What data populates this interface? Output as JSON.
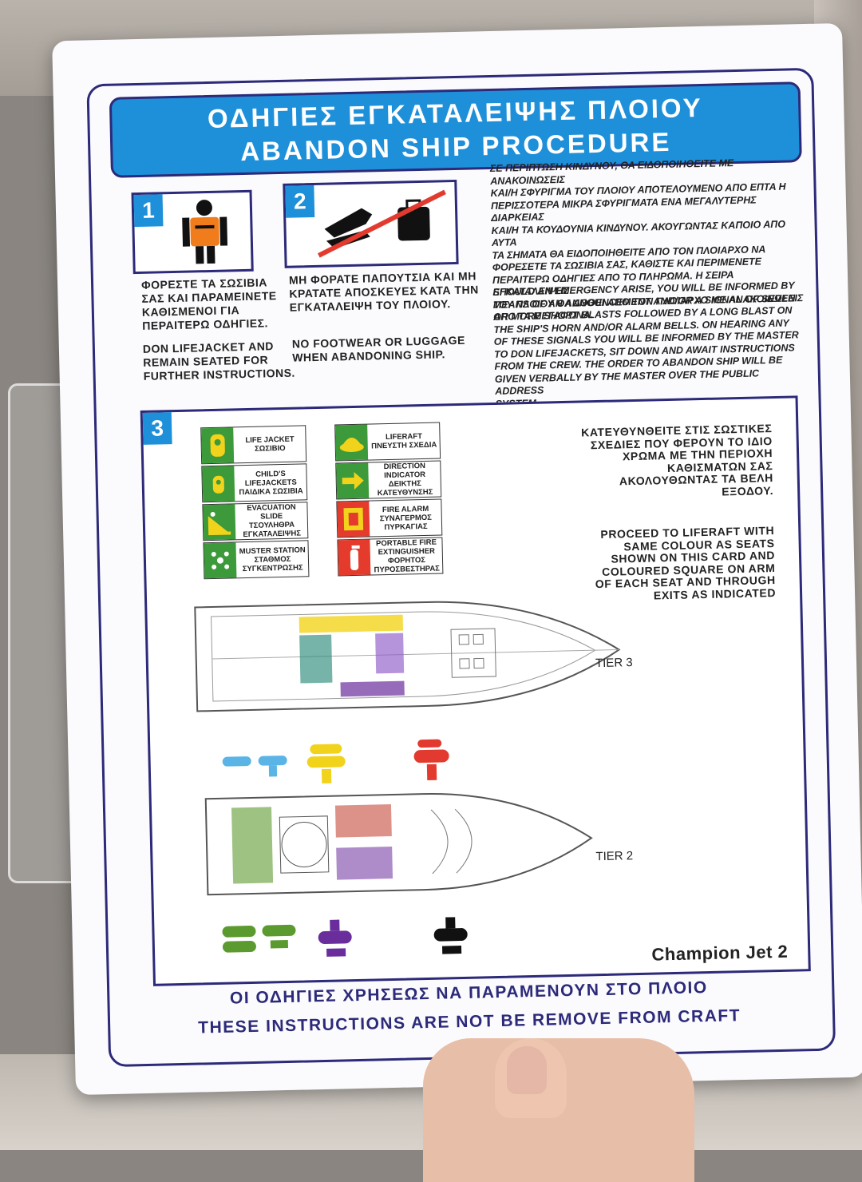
{
  "title": {
    "greek": "ΟΔΗΓΙΕΣ ΕΓΚΑΤΑΛΕΙΨΗΣ ΠΛΟΙΟΥ",
    "english": "ABANDON SHIP PROCEDURE"
  },
  "steps": [
    {
      "number": "1",
      "greek": [
        "ΦΟΡΕΣΤΕ ΤΑ ΣΩΣΙΒΙΑ",
        "ΣΑΣ ΚΑΙ ΠΑΡΑΜΕΙΝΕΤΕ",
        "ΚΑΘΙΣΜΕΝΟΙ ΓΙΑ",
        "ΠΕΡΑΙΤΕΡΩ ΟΔΗΓΙΕΣ."
      ],
      "english": [
        "DON LIFEJACKET AND",
        "REMAIN SEATED FOR",
        "FURTHER INSTRUCTIONS."
      ]
    },
    {
      "number": "2",
      "greek": [
        "ΜΗ ΦΟΡΑΤΕ ΠΑΠΟΥΤΣΙΑ ΚΑΙ ΜΗ",
        "ΚΡΑΤΑΤΕ ΑΠΟΣΚΕΥΕΣ ΚΑΤΑ ΤΗΝ",
        "ΕΓΚΑΤΑΛΕΙΨΗ ΤΟΥ ΠΛΟΙΟΥ."
      ],
      "english": [
        "NO FOOTWEAR OR LUGGAGE",
        "WHEN ABANDONING SHIP."
      ]
    },
    {
      "number": "3"
    }
  ],
  "emergency_greek": [
    "ΣΕ ΠΕΡΙΠΤΩΣΗ ΚΙΝΔΥΝΟΥ, ΘΑ ΕΙΔΟΠΟΙΗΘΕΙΤΕ ΜΕ ΑΝΑΚΟΙΝΩΣΕΙΣ",
    "ΚΑΙ/Η ΣΦΥΡΙΓΜΑ ΤΟΥ ΠΛΟΙΟΥ ΑΠΟΤΕΛΟΥΜΕΝΟ ΑΠΟ ΕΠΤΑ Η",
    "ΠΕΡΙΣΣΟΤΕΡΑ ΜΙΚΡΑ ΣΦΥΡΙΓΜΑΤΑ ΕΝΑ ΜΕΓΑΛΥΤΕΡΗΣ ΔΙΑΡΚΕΙΑΣ",
    "ΚΑΙ/Η ΤΑ ΚΟΥΔΟΥΝΙΑ ΚΙΝΔΥΝΟΥ. ΑΚΟΥΓΩΝΤΑΣ ΚΑΠΟΙΟ ΑΠΟ ΑΥΤΑ",
    "ΤΑ ΣΗΜΑΤΑ ΘΑ ΕΙΔΟΠΟΙΗΘΕΙΤΕ ΑΠΟ ΤΟΝ ΠΛΟΙΑΡΧΟ ΝΑ",
    "ΦΟΡΕΣΕΤΕ ΤΑ ΣΩΣΙΒΙΑ ΣΑΣ, ΚΑΘΙΣΤΕ ΚΑΙ ΠΕΡΙΜΕΝΕΤΕ",
    "ΠΕΡΑΙΤΕΡΩ ΟΔΗΓΙΕΣ ΑΠΟ ΤΟ ΠΛΗΡΩΜΑ. Η ΣΕΙΡΑ ΕΓΚΑΤΑΛΕΙΨΗΣ",
    "ΤΟΥ ΠΛΟΙΟΥ ΘΑ ΔΘΘΕΙ ΑΠΟ ΤΟΝ ΠΛΟΙΑΡΧΟ ΜΕ ΑΝΑΚΟΙΝΩΣΕΙΣ",
    "ΑΠΟ ΤΑ ΜΕΓΑΦΩΝΑ."
  ],
  "emergency_english": [
    "SHOULD AN EMERGENCY ARISE, YOU WILL BE INFORMED BY",
    "MEANS OF AN ANNOUNCEMENT AND/OR A SIGNAL OF SEVEN",
    "OR MORE SHORT BLASTS FOLLOWED BY A LONG BLAST ON",
    "THE SHIP'S HORN AND/OR ALARM BELLS. ON HEARING ANY",
    "OF THESE SIGNALS YOU WILL BE INFORMED BY THE MASTER",
    "TO DON LIFEJACKETS, SIT DOWN AND AWAIT INSTRUCTIONS",
    "FROM THE CREW. THE ORDER TO ABANDON SHIP WILL BE",
    "GIVEN VERBALLY BY THE MASTER OVER THE PUBLIC ADDRESS",
    "SYSTEM."
  ],
  "legend": [
    {
      "key": "lifejacket",
      "lines": [
        "LIFE JACKET",
        "ΣΩΣΙΒΙΟ"
      ],
      "color": "#3c9a3a"
    },
    {
      "key": "childs",
      "lines": [
        "CHILD'S",
        "LIFEJACKETS",
        "ΠΑΙΔΙΚΑ ΣΩΣΙΒΙΑ"
      ],
      "color": "#3c9a3a"
    },
    {
      "key": "evac-slide",
      "lines": [
        "EVACUATION SLIDE",
        "ΤΣΟΥΛΗΘΡΑ",
        "ΕΓΚΑΤΑΛΕΙΨΗΣ"
      ],
      "color": "#3c9a3a"
    },
    {
      "key": "muster",
      "lines": [
        "MUSTER STATION",
        "ΣΤΑΘΜΟΣ",
        "ΣΥΓΚΕΝΤΡΩΣΗΣ"
      ],
      "color": "#3c9a3a"
    },
    {
      "key": "liferaft",
      "lines": [
        "LIFERAFT",
        "ΠΝΕΥΣΤΗ ΣΧΕΔΙΑ"
      ],
      "color": "#3c9a3a"
    },
    {
      "key": "direction",
      "lines": [
        "DIRECTION",
        "INDICATOR",
        "ΔΕΙΚΤΗΣ",
        "ΚΑΤΕΥΘΥΝΣΗΣ"
      ],
      "color": "#3c9a3a"
    },
    {
      "key": "fire-alarm",
      "lines": [
        "FIRE ALARM",
        "ΣΥΝΑΓΕΡΜΟΣ",
        "ΠΥΡΚΑΓΙΑΣ"
      ],
      "color": "#e53b2d"
    },
    {
      "key": "extinguisher",
      "lines": [
        "PORTABLE FIRE",
        "EXTINGUISHER",
        "ΦΟΡΗΤΟΣ",
        "ΠΥΡΟΣΒΕΣΤΗΡΑΣ"
      ],
      "color": "#e53b2d"
    }
  ],
  "proceed_greek": [
    "ΚΑΤΕΥΘΥΝΘΕΙΤΕ ΣΤΙΣ ΣΩΣΤΙΚΕΣ",
    "ΣΧΕΔΙΕΣ ΠΟΥ ΦΕΡΟΥΝ ΤΟ ΙΔΙΟ",
    "ΧΡΩΜΑ ΜΕ ΤΗΝ ΠΕΡΙΟΧΗ",
    "ΚΑΘΙΣΜΑΤΩΝ ΣΑΣ",
    "ΑΚΟΛΟΥΘΩΝΤΑΣ ΤΑ ΒΕΛΗ",
    "ΕΞΟΔΟΥ."
  ],
  "proceed_english": [
    "PROCEED TO LIFERAFT WITH",
    "SAME COLOUR AS SEATS",
    "SHOWN ON THIS CARD AND",
    "COLOURED SQUARE ON ARM",
    "OF EACH SEAT AND THROUGH",
    "EXITS AS INDICATED"
  ],
  "tiers": {
    "tier3": "TIER 3",
    "tier2": "TIER 2"
  },
  "brand": "Champion Jet 2",
  "footer": {
    "greek": "ΟΙ ΟΔΗΓΙΕΣ ΧΡΗΣΕΩΣ ΝΑ ΠΑΡΑΜΕΝΟΥΝ ΣΤΟ ΠΛΟΙΟ",
    "english": "THESE INSTRUCTIONS ARE NOT BE REMOVE FROM CRAFT"
  },
  "colors": {
    "navy": "#2c2a79",
    "banner_blue": "#1e8fd9",
    "yellow": "#f2d31b",
    "red": "#e23a2e",
    "blue": "#5ab4e6",
    "green": "#5b9a2e",
    "purple": "#6a2d9c",
    "black": "#111111"
  }
}
